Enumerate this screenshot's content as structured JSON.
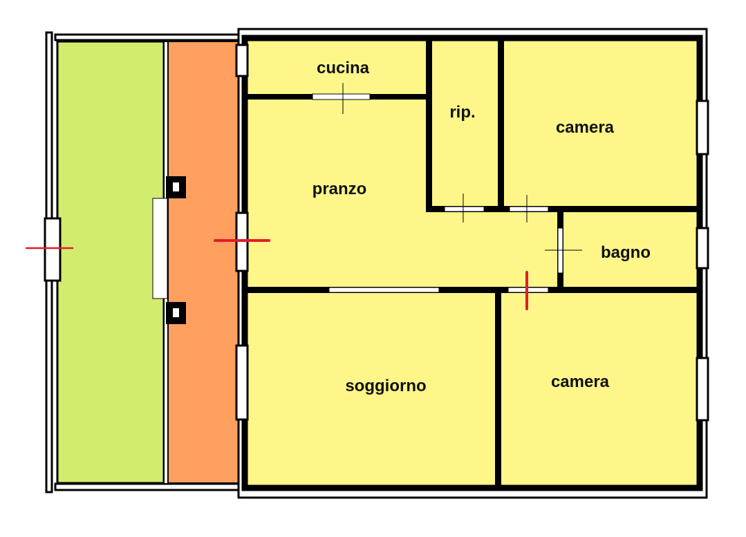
{
  "rooms": {
    "cucina": "cucina",
    "ripostiglio": "rip.",
    "camera_top": "camera",
    "pranzo": "pranzo",
    "bagno": "bagno",
    "soggiorno": "soggiorno",
    "camera_bottom": "camera"
  },
  "colors": {
    "rooms": "#FFF68A",
    "terrace": "#D2EC6E",
    "veranda": "#FFA060",
    "walls": "#000000",
    "entrance_marks": "#E01E25"
  }
}
